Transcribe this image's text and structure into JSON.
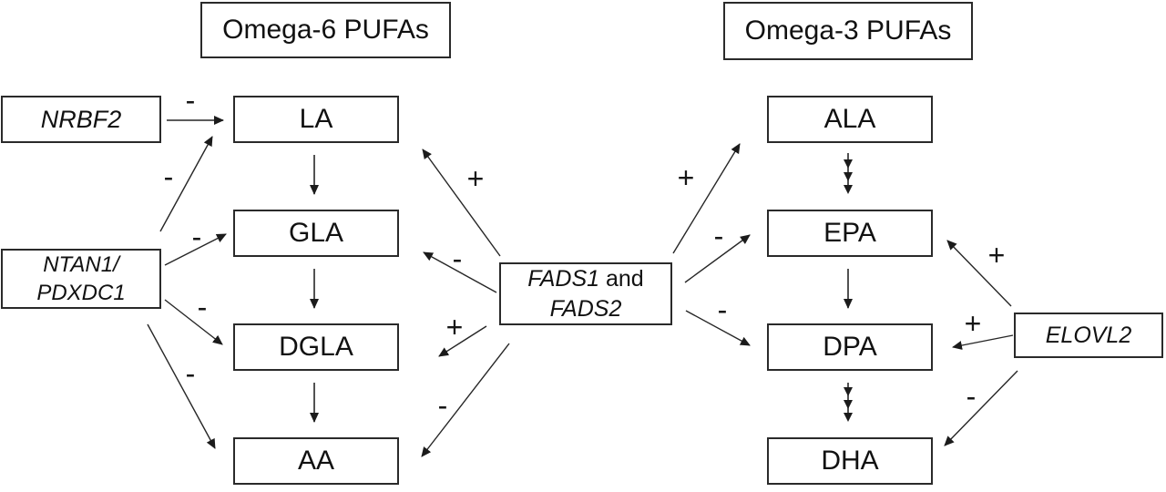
{
  "diagram": {
    "omega6": {
      "header": "Omega-6 PUFAs",
      "metabolites": [
        "LA",
        "GLA",
        "DGLA",
        "AA"
      ]
    },
    "omega3": {
      "header": "Omega-3 PUFAs",
      "metabolites": [
        "ALA",
        "EPA",
        "DPA",
        "DHA"
      ]
    },
    "genes": {
      "nrbf2": {
        "label": "NRBF2"
      },
      "ntan1_pdxdc1": {
        "line1": "NTAN1/",
        "line2": "PDXDC1"
      },
      "fads": {
        "line1_gene": "FADS1",
        "line1_rest": "and",
        "line2": "FADS2"
      },
      "elovl2": {
        "label": "ELOVL2"
      }
    },
    "regulatory_edges": [
      {
        "from": "NRBF2",
        "to": "LA",
        "sign": "-"
      },
      {
        "from": "NTAN1/PDXDC1",
        "to": "LA",
        "sign": "-"
      },
      {
        "from": "NTAN1/PDXDC1",
        "to": "GLA",
        "sign": "-"
      },
      {
        "from": "NTAN1/PDXDC1",
        "to": "DGLA",
        "sign": "-"
      },
      {
        "from": "NTAN1/PDXDC1",
        "to": "AA",
        "sign": "-"
      },
      {
        "from": "FADS1 and FADS2",
        "to": "LA",
        "sign": "+"
      },
      {
        "from": "FADS1 and FADS2",
        "to": "GLA",
        "sign": "-"
      },
      {
        "from": "FADS1 and FADS2",
        "to": "DGLA",
        "sign": "+"
      },
      {
        "from": "FADS1 and FADS2",
        "to": "AA",
        "sign": "-"
      },
      {
        "from": "FADS1 and FADS2",
        "to": "ALA",
        "sign": "+"
      },
      {
        "from": "FADS1 and FADS2",
        "to": "EPA",
        "sign": "-"
      },
      {
        "from": "FADS1 and FADS2",
        "to": "DPA",
        "sign": "-"
      },
      {
        "from": "ELOVL2",
        "to": "EPA",
        "sign": "+"
      },
      {
        "from": "ELOVL2",
        "to": "DPA",
        "sign": "+"
      },
      {
        "from": "ELOVL2",
        "to": "DHA",
        "sign": "-"
      }
    ],
    "pathway_arrows": [
      {
        "from": "LA",
        "to": "GLA",
        "multi_step": false
      },
      {
        "from": "GLA",
        "to": "DGLA",
        "multi_step": false
      },
      {
        "from": "DGLA",
        "to": "AA",
        "multi_step": false
      },
      {
        "from": "ALA",
        "to": "EPA",
        "multi_step": true
      },
      {
        "from": "EPA",
        "to": "DPA",
        "multi_step": false
      },
      {
        "from": "DPA",
        "to": "DHA",
        "multi_step": true
      }
    ]
  }
}
